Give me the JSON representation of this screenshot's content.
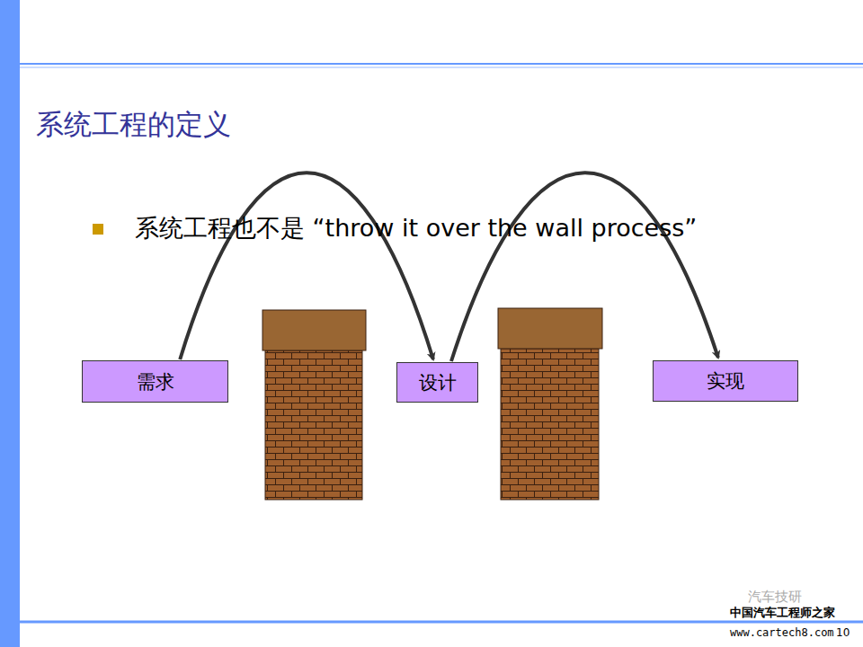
{
  "diagram": {
    "title": "系统工程的定义",
    "nodes": [
      {
        "text": [
          "需求"
        ]
      },
      {
        "text": [
          "设计"
        ]
      },
      {
        "text": [
          "实现"
        ]
      }
    ],
    "edges": [
      {
        "from": 0,
        "to": 1,
        "arrow": "to"
      },
      {
        "from": 1,
        "to": 2,
        "arrow": "to"
      }
    ],
    "labels": [
      "系统工程也不是 “throw it over the wall process”",
      "汽车技研",
      "中国汽车工程师之家",
      "www.cartech8.com",
      "10"
    ]
  }
}
